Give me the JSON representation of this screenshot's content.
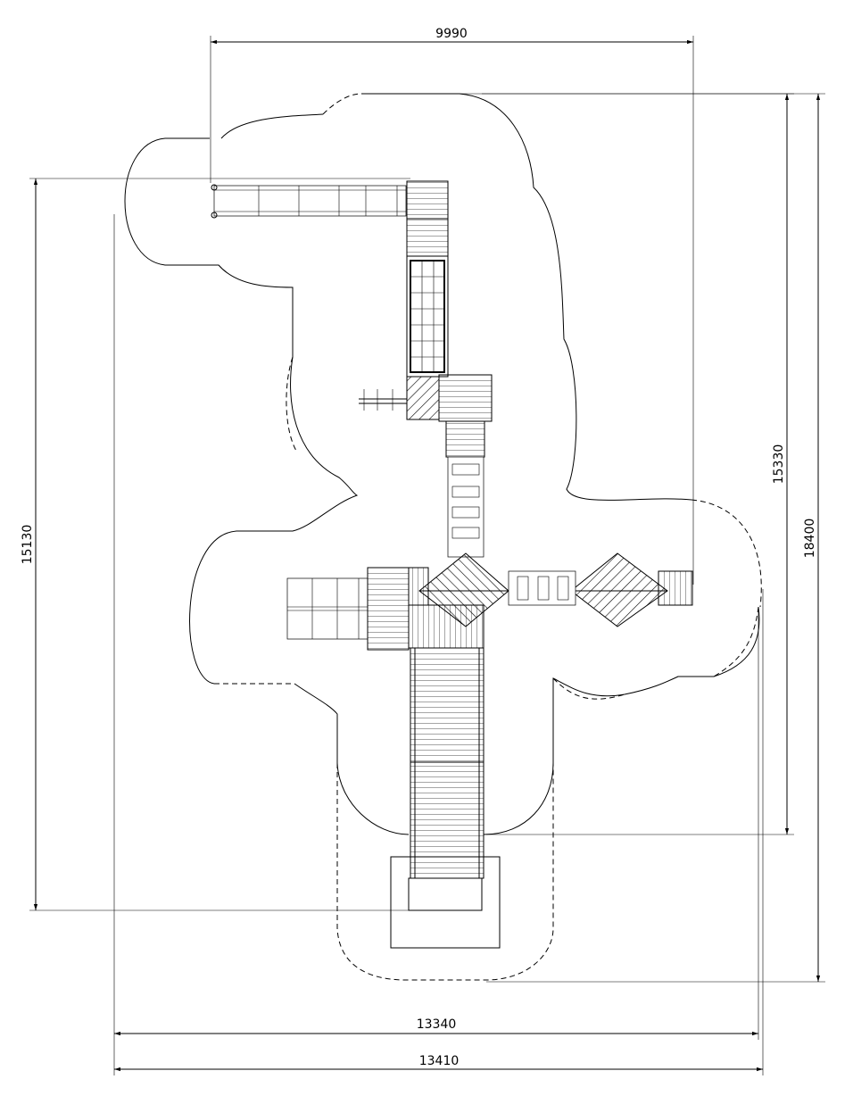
{
  "dimensions": {
    "top_width": "9990",
    "right_inner_height": "15330",
    "right_outer_height": "18400",
    "left_height": "15130",
    "bottom_inner_width": "13340",
    "bottom_outer_width": "13410"
  }
}
